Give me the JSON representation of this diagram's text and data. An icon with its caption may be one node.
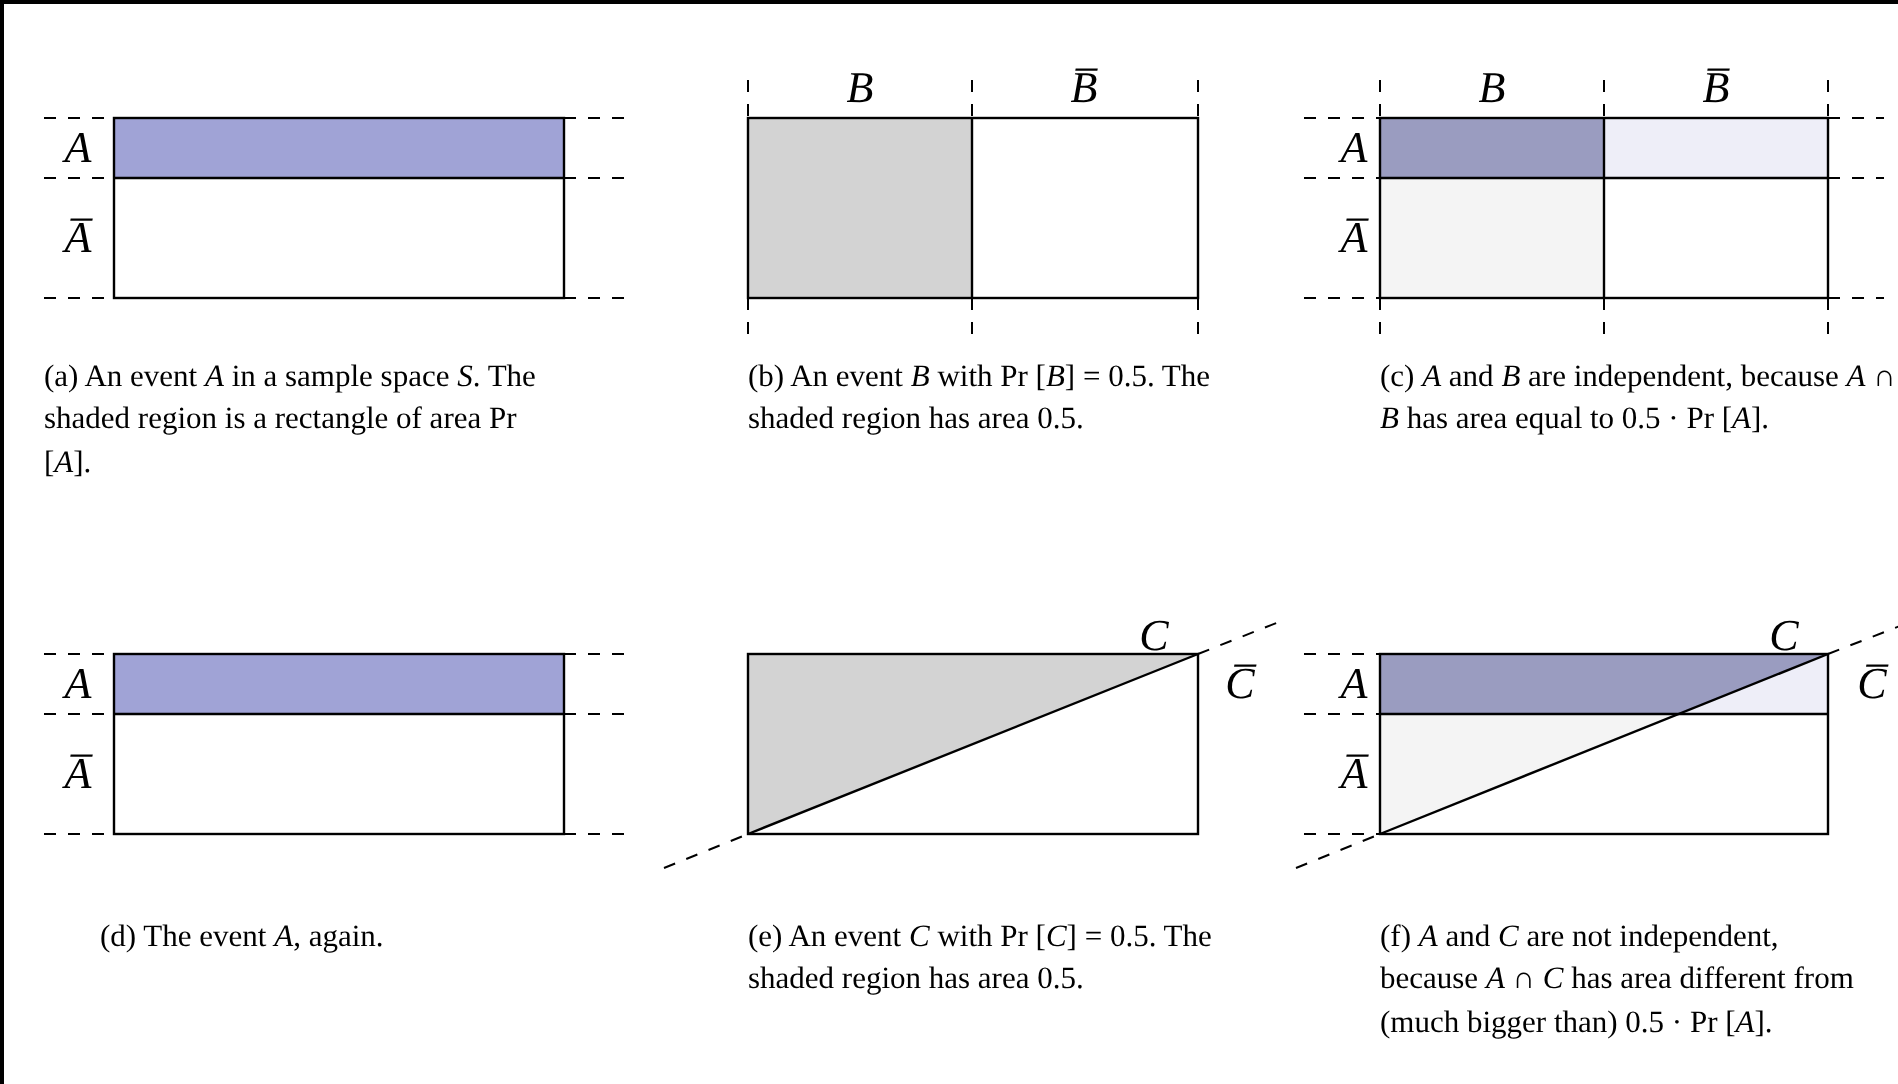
{
  "diagram": {
    "labels": [
      "A",
      "A̅",
      "(a) An event *A* in a sample space *S*. The shaded region is a rectangle of area Pr [*A*].",
      "B",
      "B̅",
      "(b) An event *B* with Pr [*B*] = 0.5. The shaded region has area 0.5.",
      "B",
      "B̅",
      "A",
      "A̅",
      "(c) *A* and *B* are independent, because *A* ∩ *B* has area equal to 0.5 · Pr [*A*].",
      "A",
      "A̅",
      "(d) The event *A*, again.",
      "C",
      "C̅",
      "(e) An event *C* with Pr [*C*] = 0.5. The shaded region has area 0.5.",
      "C",
      "C̅",
      "A",
      "A̅",
      "(f) *A* and *C* are not independent, because *A* ∩ *C* has area different from (much bigger than) 0.5 · Pr [*A*]."
    ]
  }
}
